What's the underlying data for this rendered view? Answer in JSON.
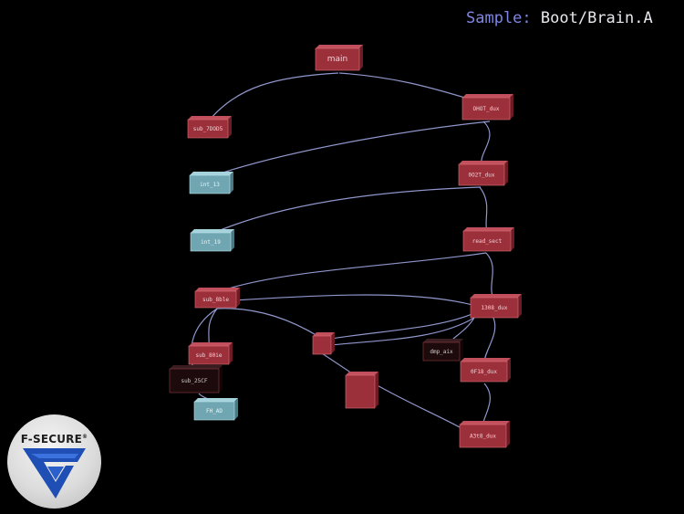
{
  "header": {
    "label": "Sample:",
    "value": "Boot/Brain.A"
  },
  "logo": {
    "text": "F-SECURE",
    "registered_mark": "®"
  },
  "graph": {
    "nodes": [
      {
        "id": "main",
        "label": "main",
        "color": "red"
      },
      {
        "id": "n1",
        "label": "sub_7DOD5",
        "color": "red"
      },
      {
        "id": "n2",
        "label": "OHOT_dux",
        "color": "red"
      },
      {
        "id": "n3",
        "label": "0O2T_dux",
        "color": "red"
      },
      {
        "id": "n4",
        "label": "int_13",
        "color": "cyan"
      },
      {
        "id": "n5",
        "label": "int_19",
        "color": "cyan"
      },
      {
        "id": "n6",
        "label": "read_sect",
        "color": "red"
      },
      {
        "id": "n7",
        "label": "sub_8ble",
        "color": "red"
      },
      {
        "id": "n8",
        "label": "1308_dux",
        "color": "red"
      },
      {
        "id": "n9",
        "label": "sub_80ie",
        "color": "red"
      },
      {
        "id": "n10",
        "label": "sub_25CF",
        "color": "dark"
      },
      {
        "id": "n11",
        "label": "FH_AD",
        "color": "cyan"
      },
      {
        "id": "n12",
        "label": "",
        "color": "red"
      },
      {
        "id": "n13",
        "label": "",
        "color": "red"
      },
      {
        "id": "n14",
        "label": "dmp_aix",
        "color": "dark"
      },
      {
        "id": "n15",
        "label": "0F18_dux",
        "color": "red"
      },
      {
        "id": "n16",
        "label": "A3t8_dux",
        "color": "red"
      }
    ]
  }
}
